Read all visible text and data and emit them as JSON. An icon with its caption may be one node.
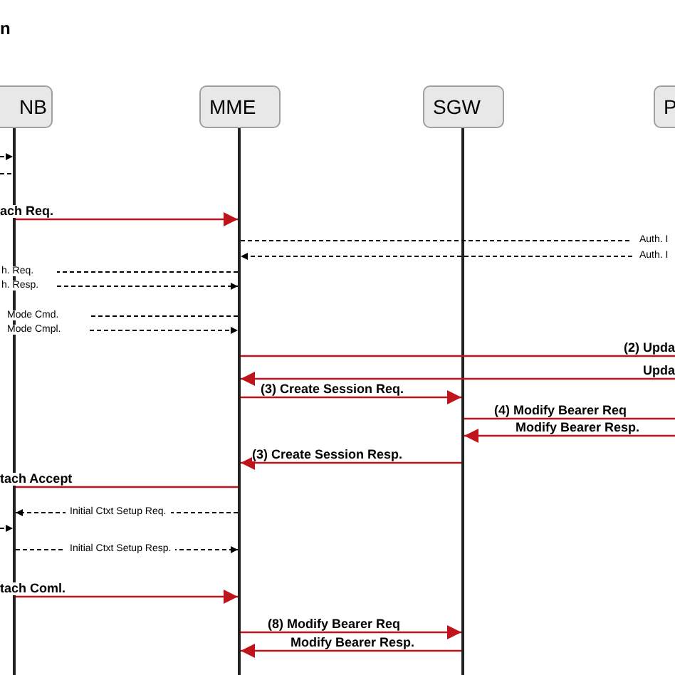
{
  "diagram": {
    "title": "n",
    "nodes": [
      {
        "text": [
          "NB"
        ]
      },
      {
        "text": [
          "MME"
        ]
      },
      {
        "text": [
          "SGW"
        ]
      },
      {
        "text": [
          "P"
        ]
      },
      {
        "text": [],
        "shape": "line"
      },
      {
        "text": [],
        "shape": "line"
      },
      {
        "text": [],
        "shape": "line"
      }
    ],
    "edges": [
      {
        "from": null,
        "to": 4,
        "arrow": "to",
        "style": "dashed",
        "color": "#000000"
      },
      {
        "from": null,
        "to": 4,
        "arrow": "none",
        "style": "dashed",
        "color": "#000000"
      },
      {
        "from": 4,
        "to": 5,
        "arrow": "to",
        "label": "ach Req.",
        "color": "#c0141c"
      },
      {
        "from": 5,
        "to": null,
        "arrow": "none",
        "label": "Auth. I",
        "style": "dashed",
        "color": "#000000"
      },
      {
        "from": null,
        "to": 5,
        "arrow": "to",
        "label": "Auth. I",
        "style": "dashed",
        "color": "#000000"
      },
      {
        "from": 5,
        "to": null,
        "arrow": "none",
        "label": "h. Req.",
        "style": "dashed",
        "color": "#000000"
      },
      {
        "from": null,
        "to": 5,
        "arrow": "to",
        "label": "h. Resp.",
        "style": "dashed",
        "color": "#000000"
      },
      {
        "from": 5,
        "to": null,
        "arrow": "none",
        "label": "Mode Cmd.",
        "style": "dashed",
        "color": "#000000"
      },
      {
        "from": null,
        "to": 5,
        "arrow": "to",
        "label": "Mode Cmpl.",
        "style": "dashed",
        "color": "#000000"
      },
      {
        "from": 5,
        "to": null,
        "arrow": "none",
        "label": "(2) Upda",
        "color": "#c0141c"
      },
      {
        "from": null,
        "to": 5,
        "arrow": "to",
        "label": "Upda",
        "color": "#c0141c"
      },
      {
        "from": 5,
        "to": 6,
        "arrow": "to",
        "label": "(3) Create Session Req.",
        "color": "#c0141c"
      },
      {
        "from": 6,
        "to": null,
        "arrow": "none",
        "label": "(4) Modify Bearer Req",
        "color": "#c0141c"
      },
      {
        "from": null,
        "to": 6,
        "arrow": "to",
        "label": "Modify Bearer Resp.",
        "color": "#c0141c"
      },
      {
        "from": 6,
        "to": 5,
        "arrow": "to",
        "label": "(3) Create Session Resp.",
        "color": "#c0141c"
      },
      {
        "from": 5,
        "to": 4,
        "arrow": "none",
        "label": "tach Accept",
        "color": "#c0141c"
      },
      {
        "from": 5,
        "to": 4,
        "arrow": "to",
        "label": "Initial Ctxt Setup Req.",
        "style": "dashed",
        "color": "#000000"
      },
      {
        "from": null,
        "to": 4,
        "arrow": "to",
        "style": "dashed",
        "color": "#000000"
      },
      {
        "from": 4,
        "to": 5,
        "arrow": "to",
        "label": "Initial Ctxt Setup Resp.",
        "style": "dashed",
        "color": "#000000"
      },
      {
        "from": 4,
        "to": 5,
        "arrow": "to",
        "label": "tach Coml.",
        "color": "#c0141c"
      },
      {
        "from": 5,
        "to": 6,
        "arrow": "to",
        "label": "(8) Modify Bearer Req",
        "color": "#c0141c"
      },
      {
        "from": 6,
        "to": 5,
        "arrow": "to",
        "label": "Modify Bearer Resp.",
        "color": "#c0141c"
      }
    ]
  }
}
